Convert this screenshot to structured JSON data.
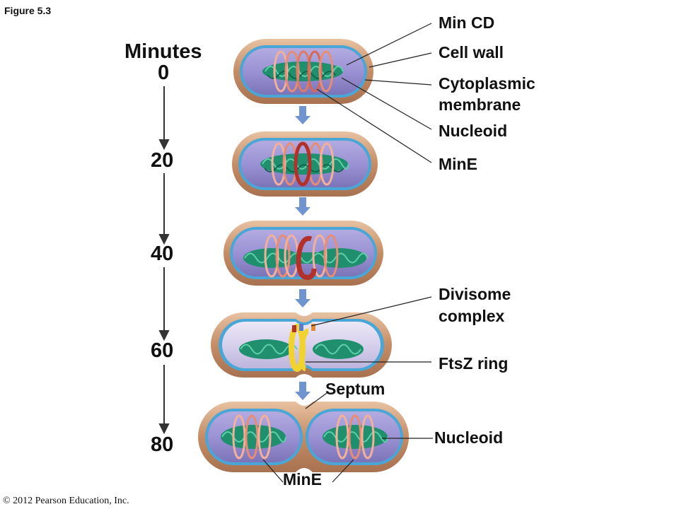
{
  "figure_label": "Figure 5.3",
  "timeline": {
    "heading": "Minutes",
    "ticks": [
      "0",
      "20",
      "40",
      "60",
      "80"
    ]
  },
  "labels": {
    "min_cd": "Min CD",
    "cell_wall": "Cell wall",
    "cytoplasmic_membrane_line1": "Cytoplasmic",
    "cytoplasmic_membrane_line2": "membrane",
    "nucleoid_top": "Nucleoid",
    "mine_top": "MinE",
    "divisome_line1": "Divisome",
    "divisome_line2": "complex",
    "ftsz_ring": "FtsZ ring",
    "septum": "Septum",
    "nucleoid_bottom": "Nucleoid",
    "mine_bottom": "MinE"
  },
  "copyright": "© 2012 Pearson Education, Inc.",
  "colors": {
    "cell_wall": "#c9926a",
    "cytoplasm": "#8e86c9",
    "membrane": "#4aa6d6",
    "nucleoid": "#1f8f6e",
    "min_ring": "#e07a64",
    "mine_ring": "#b3312b",
    "ftsz": "#f2d22e",
    "arrow": "#6f94cf"
  }
}
